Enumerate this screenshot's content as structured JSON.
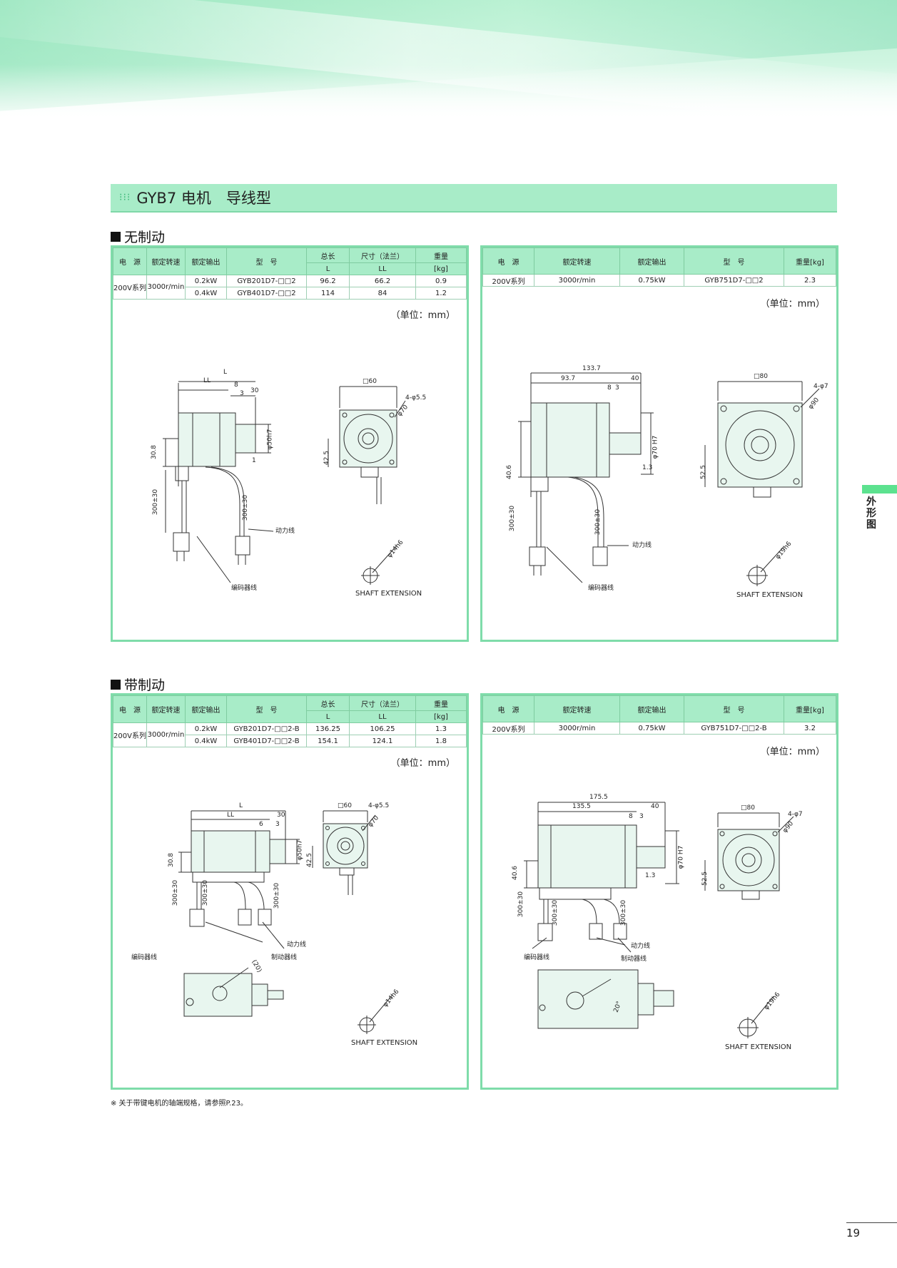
{
  "header": {
    "title": "GYB7 电机　导线型",
    "dots": "⁝⁝⁝"
  },
  "sections": [
    {
      "title": "无制动"
    },
    {
      "title": "带制动"
    }
  ],
  "tables": {
    "small_no_brake": {
      "h1": [
        "电　源",
        "额定转速",
        "额定输出",
        "型　号",
        "总长",
        "尺寸（法兰）",
        "重量"
      ],
      "h2": [
        "L",
        "LL",
        "[kg]"
      ],
      "power": "200V系列",
      "speed": "3000r/min",
      "rows": [
        {
          "output": "0.2kW",
          "model": "GYB201D7-□□2",
          "L": "96.2",
          "LL": "66.2",
          "weight": "0.9"
        },
        {
          "output": "0.4kW",
          "model": "GYB401D7-□□2",
          "L": "114",
          "LL": "84",
          "weight": "1.2"
        }
      ]
    },
    "large_no_brake": {
      "h": [
        "电　源",
        "额定转速",
        "额定输出",
        "型　号",
        "重量[kg]"
      ],
      "row": [
        "200V系列",
        "3000r/min",
        "0.75kW",
        "GYB751D7-□□2",
        "2.3"
      ]
    },
    "small_brake": {
      "h1": [
        "电　源",
        "额定转速",
        "额定输出",
        "型　号",
        "总长",
        "尺寸（法兰）",
        "重量"
      ],
      "h2": [
        "L",
        "LL",
        "[kg]"
      ],
      "power": "200V系列",
      "speed": "3000r/min",
      "rows": [
        {
          "output": "0.2kW",
          "model": "GYB201D7-□□2-B",
          "L": "136.25",
          "LL": "106.25",
          "weight": "1.3"
        },
        {
          "output": "0.4kW",
          "model": "GYB401D7-□□2-B",
          "L": "154.1",
          "LL": "124.1",
          "weight": "1.8"
        }
      ]
    },
    "large_brake": {
      "h": [
        "电　源",
        "额定转速",
        "额定输出",
        "型　号",
        "重量[kg]"
      ],
      "row": [
        "200V系列",
        "3000r/min",
        "0.75kW",
        "GYB751D7-□□2-B",
        "3.2"
      ]
    }
  },
  "unit_label": "（单位：mm）",
  "drawing_labels": {
    "L": "L",
    "LL": "LL",
    "d8": "8",
    "d3": "3",
    "d30": "30",
    "d40": "40",
    "d6": "6",
    "d30_8": "30.8",
    "d300": "300±30",
    "d1": "1",
    "d1_3": "1.3",
    "phi50": "φ50h7",
    "phi70": "φ70",
    "phi70h7": "φ70 H7",
    "phi90": "φ90",
    "sq60": "□60",
    "sq80": "□80",
    "hole55": "4-φ5.5",
    "hole7": "4-φ7",
    "d42_5": "42.5",
    "d52_5": "52.5",
    "d40_6": "40.6",
    "d133_7": "133.7",
    "d93_7": "93.7",
    "d175_5": "175.5",
    "d135_5": "135.5",
    "phi14": "φ14h6",
    "phi19": "φ19h6",
    "ang": "20°",
    "ang2": "(20)",
    "power_line": "动力线",
    "encoder_line": "编码器线",
    "brake_line": "制动器线",
    "shaft_ext": "SHAFT EXTENSION"
  },
  "side_tab": "外形图",
  "footnote": "※ 关于带键电机的轴端规格，请参照P.23。",
  "page_number": "19",
  "colors": {
    "accent": "#a8ecc8",
    "border": "#7fdcaa",
    "tab": "#5ce28f"
  }
}
